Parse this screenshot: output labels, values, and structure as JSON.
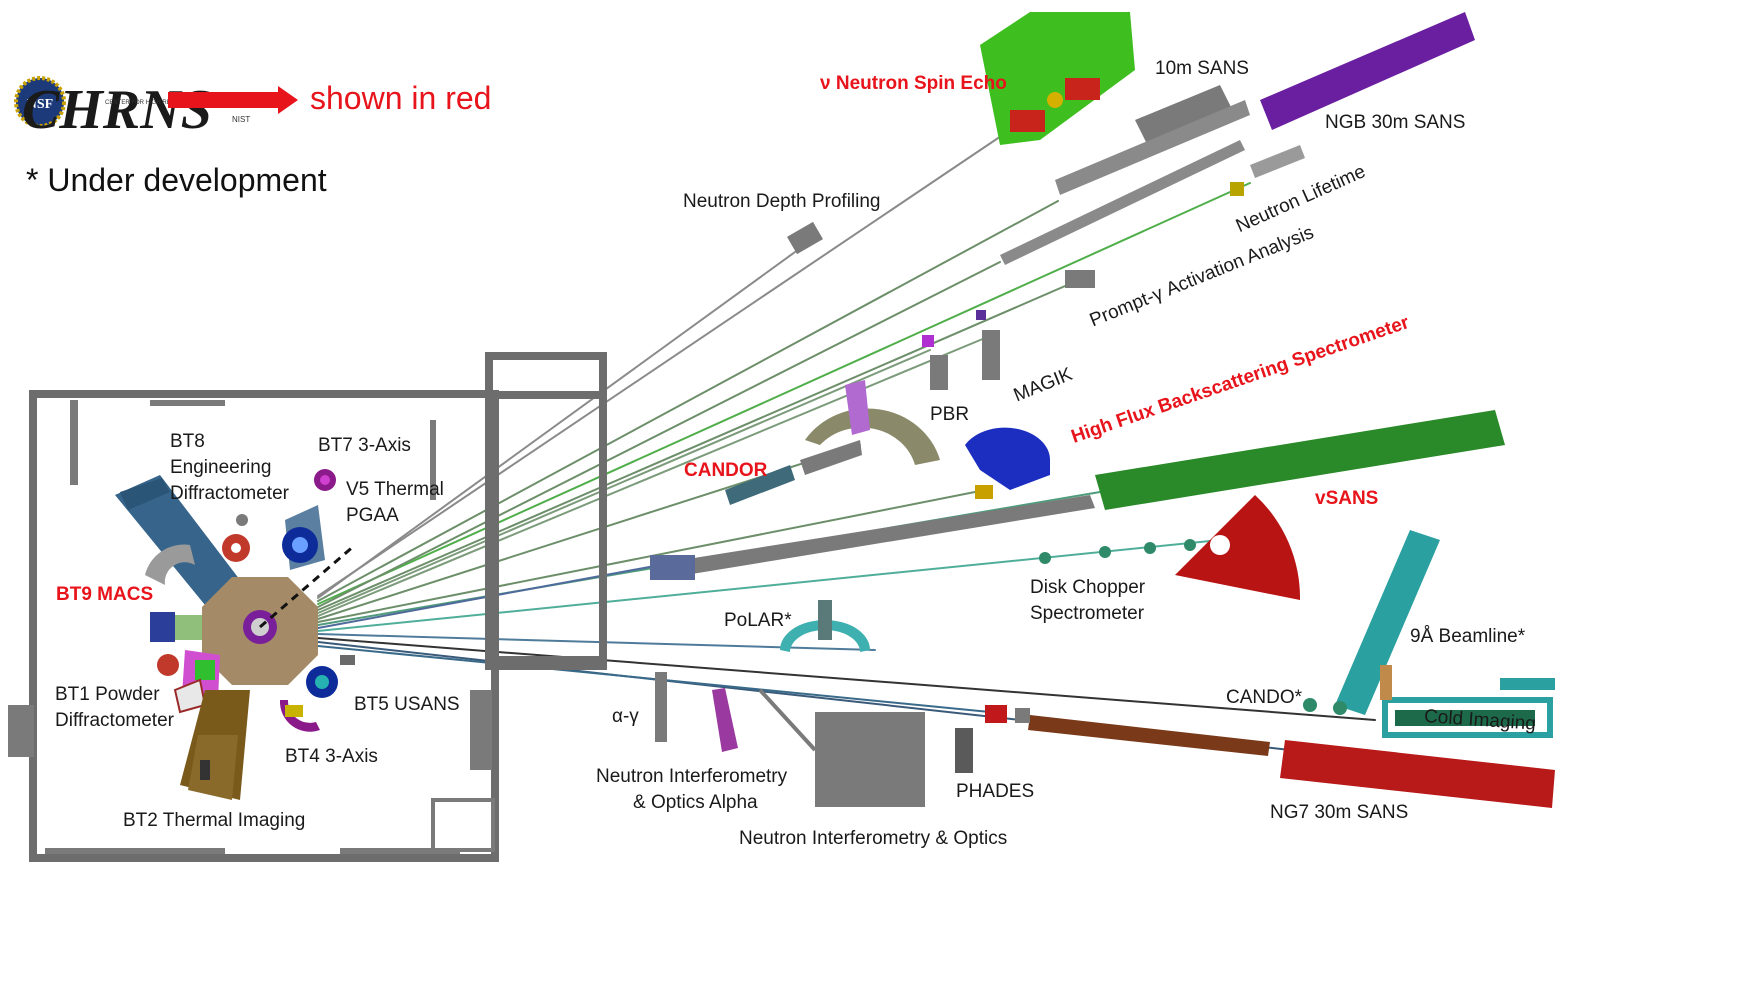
{
  "legend": {
    "logo_text": "CHRNS",
    "logo_nsf": "NSF",
    "logo_subtitle": "CENTER FOR HIGH RESOLUTION NEUTRON SCATTERING",
    "logo_nist": "NIST",
    "shown_in_red": "shown in red",
    "under_development": "* Under development"
  },
  "colors": {
    "chrns_red": "#e8141b",
    "building_gray": "#6d6d6d",
    "reactor_core": "#a48a66",
    "guide_gray": "#7a7a7a"
  },
  "labels": {
    "nse": "ν Neutron Spin Echo",
    "sans10m": "10m SANS",
    "ngb30m": "NGB 30m SANS",
    "ndp": "Neutron Depth Profiling",
    "lifetime": "Neutron Lifetime",
    "pgaa": "Prompt-γ Activation Analysis",
    "magik": "MAGIK",
    "pbr": "PBR",
    "hfbs": "High Flux Backscattering Spectrometer",
    "candor": "CANDOR",
    "vsans": "vSANS",
    "dcs_line1": "Disk Chopper",
    "dcs_line2": "Spectrometer",
    "polar": "PoLAR*",
    "beamline9a": "9Å Beamline*",
    "cando": "CANDO*",
    "cold_imaging": "Cold Imaging",
    "alpha_gamma": "α-γ",
    "nio_alpha_line1": "Neutron Interferometry",
    "nio_alpha_line2": "& Optics Alpha",
    "nio": "Neutron Interferometry & Optics",
    "phades": "PHADES",
    "ng7": "NG7 30m SANS",
    "bt8_line1": "BT8",
    "bt8_line2": "Engineering",
    "bt8_line3": "Diffractometer",
    "bt7": "BT7 3-Axis",
    "v5_line1": "V5 Thermal",
    "v5_line2": "PGAA",
    "bt9": "BT9 MACS",
    "bt1_line1": "BT1 Powder",
    "bt1_line2": "Diffractometer",
    "bt5": "BT5 USANS",
    "bt4": "BT4 3-Axis",
    "bt2": "BT2 Thermal Imaging"
  }
}
